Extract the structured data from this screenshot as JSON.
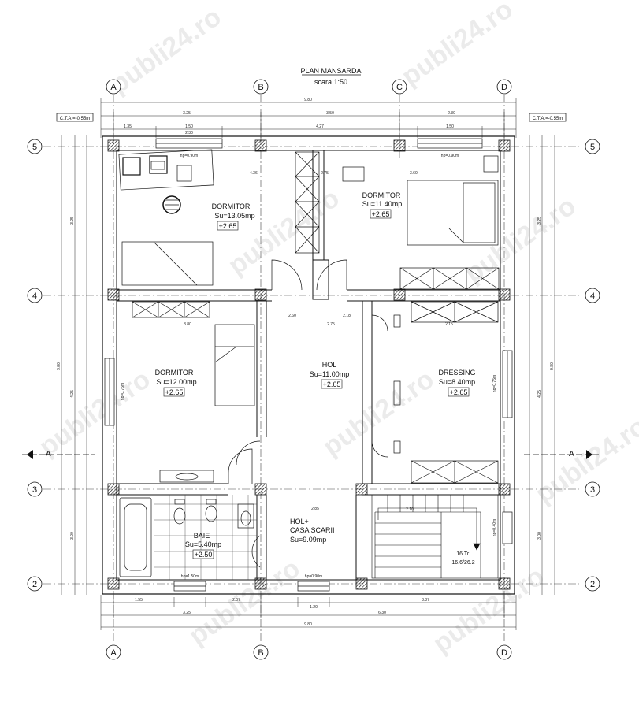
{
  "title": "PLAN MANSARDA",
  "scale": "scara 1:50",
  "cta_left": "C.T.A.=-0.55m",
  "cta_right": "C.T.A.=-0.55m",
  "axes_cols": [
    "A",
    "B",
    "C",
    "D"
  ],
  "axes_rows": [
    "5",
    "4",
    "3",
    "2"
  ],
  "section_marker": "A",
  "rooms": [
    {
      "name": "DORMITOR",
      "area": "Su=13.05mp",
      "level": "+2.65"
    },
    {
      "name": "DORMITOR",
      "area": "Su=11.40mp",
      "level": "+2.65"
    },
    {
      "name": "DORMITOR",
      "area": "Su=12.00mp",
      "level": "+2.65"
    },
    {
      "name": "HOL",
      "area": "Su=11.00mp",
      "level": "+2.65"
    },
    {
      "name": "DRESSING",
      "area": "Su=8.40mp",
      "level": "+2.65"
    },
    {
      "name": "BAIE",
      "area": "Su=5.40mp",
      "level": "+2.50"
    },
    {
      "name": "HOL+",
      "name2": "CASA SCARII",
      "area": "Su=9.09mp"
    }
  ],
  "stair_label": "16 Tr.",
  "stair_ratio": "16.6/26.2",
  "dims": {
    "top_total": "9.80",
    "top_a": "3.25",
    "top_b": "3.50",
    "top_c": "2.30",
    "top_d1": "1.35",
    "top_d2": "1.50",
    "top_d3": "4.27",
    "top_d4": "1.50",
    "top_d5": "2.30",
    "bot_total": "9.80",
    "bot_a": "3.25",
    "bot_b": "6.30",
    "bot_c1": "1.55",
    "bot_c2": "2.07",
    "bot_c3": "1.20",
    "bot_c4": "3.87",
    "side_total": "9.80",
    "side_1": "3.25",
    "side_2": "4.25",
    "side_3": "3.00",
    "hp1": "hp=0.90m",
    "hp2": "hp=0.90m",
    "hp3": "hp=1.50m",
    "hp4": "hp=0.90m",
    "hp5": "hp=0.75m",
    "hp6": "hp=0.75m",
    "hp7": "hp=0.40m",
    "int_1": "3.80",
    "int_2": "2.75",
    "int_3": "2.15",
    "int_4": "2.85",
    "int_5": "2.10",
    "int_6": "4.36",
    "int_7": "3.60",
    "int_8": "2.60",
    "int_9": "2.18",
    "int_10": "2.75"
  },
  "watermark": "publi24.ro"
}
